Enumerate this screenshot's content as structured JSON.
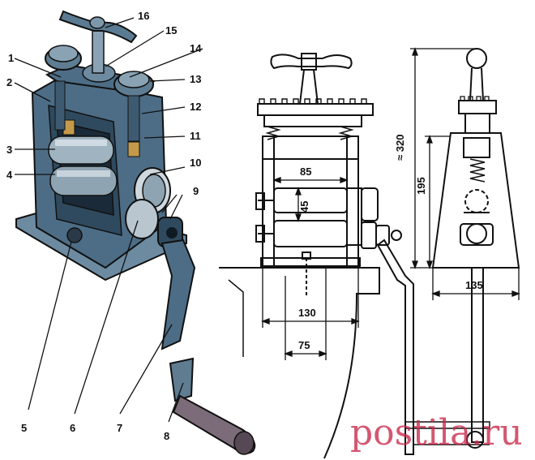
{
  "labels": {
    "p1": "1",
    "p2": "2",
    "p3": "3",
    "p4": "4",
    "p5": "5",
    "p6": "6",
    "p7": "7",
    "p8": "8",
    "p9": "9",
    "p10": "10",
    "p11": "11",
    "p12": "12",
    "p13": "13",
    "p14": "14",
    "p15": "15",
    "p16": "16"
  },
  "dimensions": {
    "roll_width": "85",
    "roll_gap": "45",
    "frame_width": "130",
    "base_offset": "75",
    "side_width": "135",
    "height_total": "≈ 320",
    "height_body": "195"
  },
  "watermark": "postila.ru",
  "colors": {
    "ink": "#111111",
    "metal": "#4d6d86",
    "roll": "#8fa4b2",
    "handle": "#7c6b78",
    "watermark": "#c8284a"
  }
}
